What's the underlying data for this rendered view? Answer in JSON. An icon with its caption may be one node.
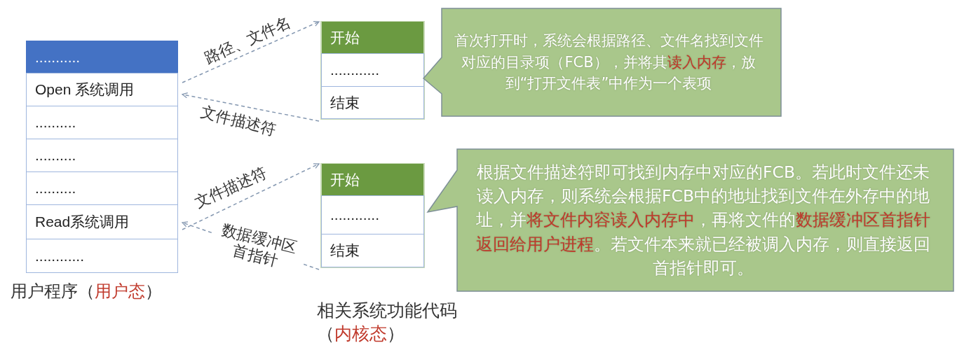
{
  "diagram": {
    "nodes": [
      {
        "text": [
          "用户程序（**用户态**）"
        ]
      },
      {
        "text": [
          "..........."
        ],
        "in": 0
      },
      {
        "text": [
          "Open 系统调用"
        ],
        "in": 0
      },
      {
        "text": [
          ".........."
        ],
        "in": 0
      },
      {
        "text": [
          ".........."
        ],
        "in": 0
      },
      {
        "text": [
          ".........."
        ],
        "in": 0
      },
      {
        "text": [
          "Read系统调用"
        ],
        "in": 0
      },
      {
        "text": [
          "............"
        ],
        "in": 0
      },
      {
        "text": [],
        "shape": "box"
      },
      {
        "text": [
          "开始"
        ],
        "in": 8
      },
      {
        "text": [
          "............"
        ],
        "in": 8
      },
      {
        "text": [
          "结束"
        ],
        "in": 8
      },
      {
        "text": [],
        "shape": "box"
      },
      {
        "text": [
          "开始"
        ],
        "in": 12
      },
      {
        "text": [
          "............"
        ],
        "in": 12
      },
      {
        "text": [
          "结束"
        ],
        "in": 12
      },
      {
        "text": [
          "首次打开时，系统会根据路径、文件名找到文件对应的目录项（FCB），并将其**读入内存**，放到“打开文件表”中作为一个表项"
        ]
      },
      {
        "text": [
          "根据文件描述符即可找到内存中对应的FCB。若此时文件还未读入内存，则系统会根据FCB中的地址找到文件在外存中的地址，并**将文件内容读入内存中**，再将文件的**数据缓冲区首指针返回给用户进程**。若文件本来就已经被调入内存，则直接返回首指针即可。"
        ]
      }
    ],
    "edges": [
      {
        "from": 2,
        "to": 8,
        "arrow": "to",
        "label": "路径、文件名",
        "style": "dashed"
      },
      {
        "from": 8,
        "to": 2,
        "arrow": "to",
        "label": "文件描述符",
        "style": "dashed"
      },
      {
        "from": 6,
        "to": 12,
        "arrow": "to",
        "label": "文件描述符",
        "style": "dashed"
      },
      {
        "from": 12,
        "to": 6,
        "arrow": "to",
        "label": "数据缓冲区首指针",
        "style": "dashed"
      }
    ],
    "labels": [
      "相关系统功能代码（**内核态**）"
    ]
  }
}
